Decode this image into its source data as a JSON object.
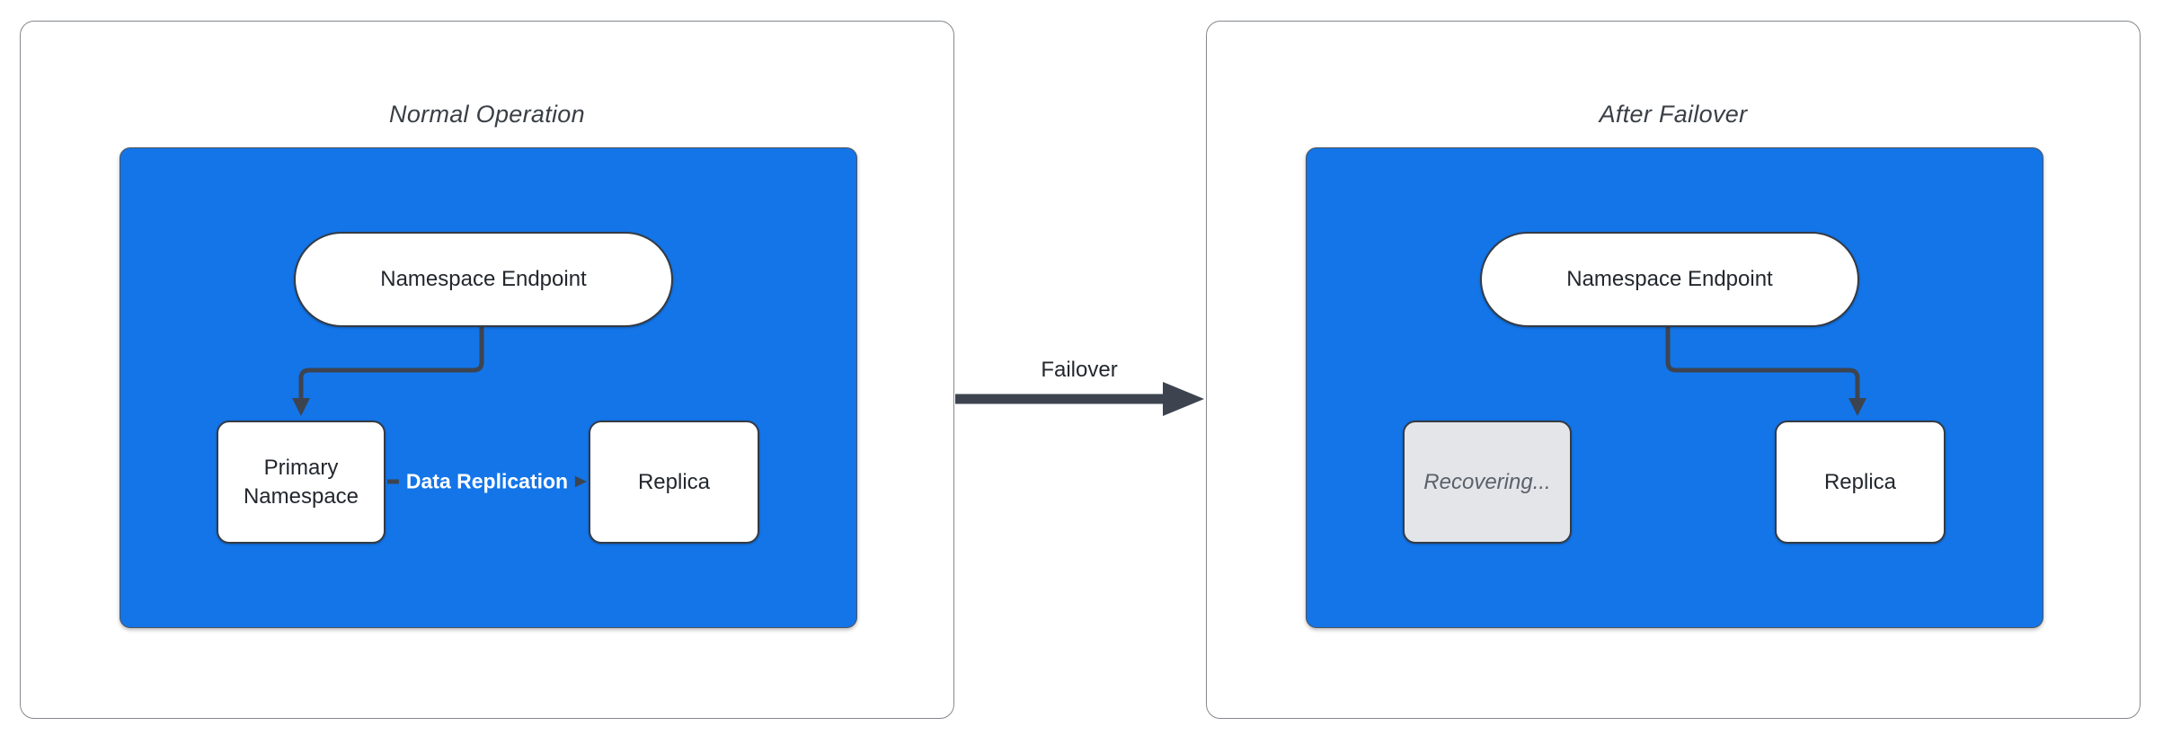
{
  "panels": [
    {
      "title": "Normal Operation",
      "endpoint_label": "Namespace Endpoint",
      "primary_label": "Primary Namespace",
      "replica_label": "Replica",
      "replication_edge_label": "Data Replication"
    },
    {
      "title": "After Failover",
      "endpoint_label": "Namespace Endpoint",
      "recovering_label": "Recovering...",
      "replica_label": "Replica"
    }
  ],
  "transition_arrow": {
    "label": "Failover"
  },
  "colors": {
    "container_fill": "#1375e8",
    "node_fill": "#ffffff",
    "node_border": "#343b45",
    "node_text": "#23272d",
    "recovering_fill": "#e3e5e9",
    "recovering_text": "#5a616b",
    "edge_stroke": "#3d4450",
    "panel_border": "#84888e",
    "title_text": "#3a3f46",
    "replication_label_text": "#ffffff"
  }
}
